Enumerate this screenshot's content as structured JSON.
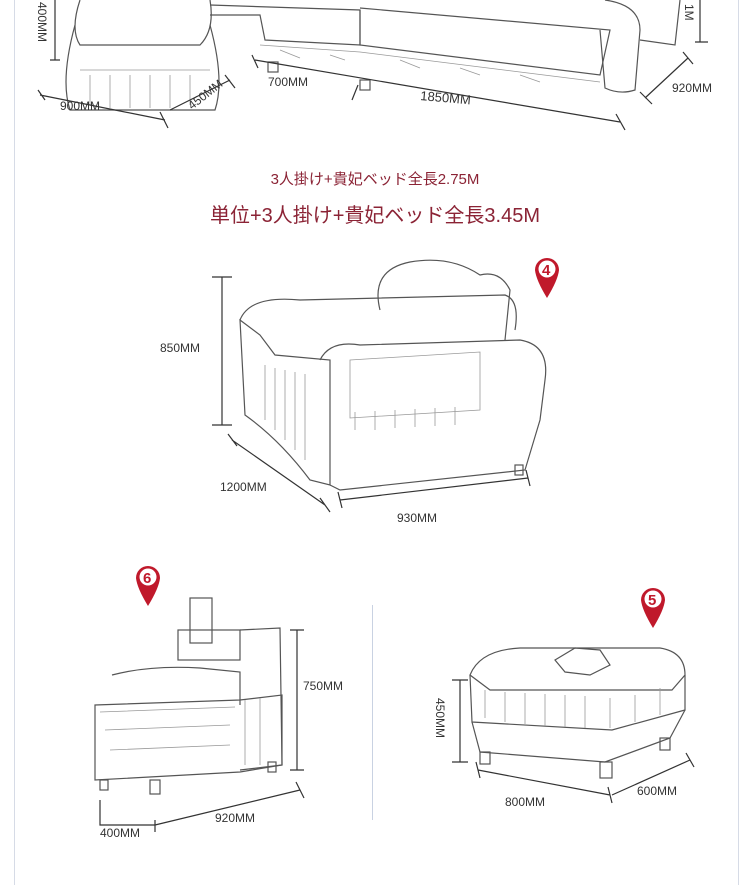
{
  "headings": {
    "line1": "3人掛け+貴妃ベッド全長2.75M",
    "line2": "単位+3人掛け+貴妃ベッド全長3.45M"
  },
  "sectional": {
    "height_left": "400MM",
    "height_right_partial": "1M",
    "seat_depth": "700MM",
    "length": "1850MM",
    "chaise_depth": "450MM",
    "chaise_width": "900MM",
    "depth": "920MM"
  },
  "armchair": {
    "marker": "4",
    "height": "850MM",
    "depth": "1200MM",
    "width": "930MM"
  },
  "side_unit": {
    "marker": "6",
    "height": "750MM",
    "depth": "400MM",
    "width": "920MM"
  },
  "ottoman": {
    "marker": "5",
    "height": "450MM",
    "width": "800MM",
    "depth": "600MM"
  },
  "colors": {
    "heading": "#8b2335",
    "marker": "#c0192b"
  }
}
